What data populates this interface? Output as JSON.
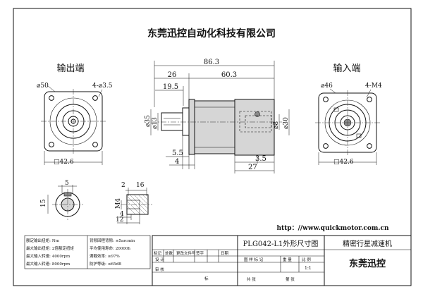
{
  "company_title": "东莞迅控自动化科技有限公司",
  "views": {
    "output_label": "输出端",
    "input_label": "输入端"
  },
  "dims": {
    "overall_length": "86.3",
    "len_26": "26",
    "len_60_3": "60.3",
    "len_19_5": "19.5",
    "dia_35": "⌀35",
    "dia_13": "⌀13",
    "dia_30": "⌀30",
    "dia_8": "⌀8",
    "len_5_5": "5.5",
    "len_4": "4",
    "len_3_5": "3.5",
    "len_27": "27",
    "out_dia_50": "⌀50",
    "out_holes": "4-⌀3.5",
    "out_square": "□42.6",
    "in_dia_46": "⌀46",
    "in_holes": "4-M4",
    "in_square": "□42.6",
    "key_5": "5",
    "key_15": "15",
    "shaft_2": "2",
    "shaft_16": "16",
    "shaft_m4": "M4",
    "shaft_4": "4",
    "shaft_12": "12"
  },
  "specs": [
    {
      "label": "额定输出扭矩:",
      "value": "Nm"
    },
    {
      "label": "最大输出扭矩:",
      "value": "2倍额定扭矩"
    },
    {
      "label": "最大输入转速:",
      "value": "4000rpm"
    },
    {
      "label": "最大输入转速:",
      "value": "8000rpm"
    },
    {
      "label": "背隙回程背隙:",
      "value": "≤5arcmin"
    },
    {
      "label": "平均使用寿命:",
      "value": "20000h"
    },
    {
      "label": "满载效率:",
      "value": "≥97%"
    },
    {
      "label": "防护等级:",
      "value": "≤65dB"
    }
  ],
  "url": "http：//www.quickmotor.com.cn",
  "title_block": {
    "model": "PLG042-L1外形尺寸图",
    "product": "精密行星减速机",
    "brand": "东莞迅控",
    "rev_headers": [
      "标记",
      "处数",
      "更改文件号",
      "签字",
      "日期"
    ],
    "design": "设 计",
    "check": "审 核",
    "approve": "标",
    "stage_headers": [
      "图 样 标 记",
      "重 量",
      "比 例"
    ],
    "scale": "1:1",
    "sheet_total": "共 张",
    "sheet_no": "第 张"
  }
}
